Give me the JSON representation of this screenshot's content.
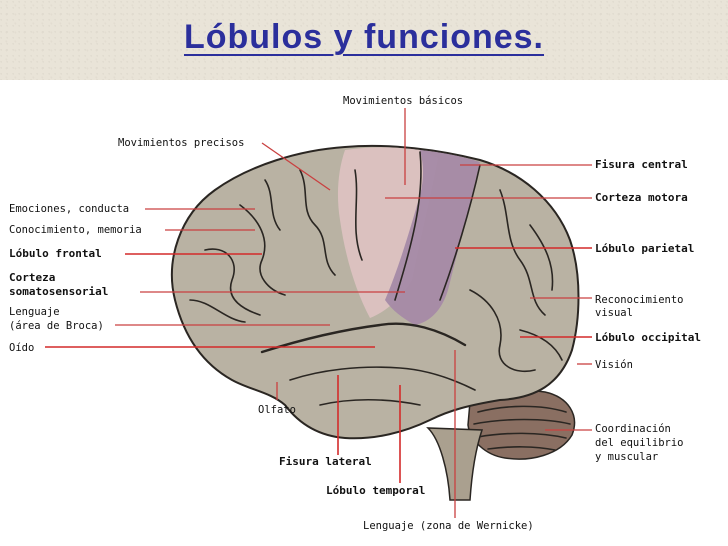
{
  "title": "Lóbulos y funciones.",
  "labels": {
    "movimientos_basicos": "Movimientos básicos",
    "movimientos_precisos": "Movimientos precisos",
    "emociones": "Emociones, conducta",
    "conocimiento": "Conocimiento, memoria",
    "lobulo_frontal": "Lóbulo frontal",
    "corteza_1": "Corteza",
    "corteza_2": "somatosensorial",
    "lenguaje_1": "Lenguaje",
    "lenguaje_2": "(área de Broca)",
    "oido": "Oído",
    "olfato": "Olfato",
    "fisura_lateral": "Fisura lateral",
    "lobulo_temporal": "Lóbulo temporal",
    "wernicke": "Lenguaje (zona de Wernicke)",
    "fisura_central": "Fisura central",
    "corteza_motora": "Corteza motora",
    "lobulo_parietal": "Lóbulo parietal",
    "reconocimiento_1": "Reconocimiento",
    "reconocimiento_2": "visual",
    "lobulo_occipital": "Lóbulo occipital",
    "vision": "Visión",
    "coordinacion_1": "Coordinación",
    "coordinacion_2": "del equilibrio",
    "coordinacion_3": "y muscular"
  },
  "colors": {
    "title": "#2b2f9c",
    "brain": "#b9b2a3",
    "motor_strip": "#a58aa6",
    "premotor": "#dcc2c1",
    "cerebellum": "#8a6f62",
    "leader": "#c94040"
  }
}
